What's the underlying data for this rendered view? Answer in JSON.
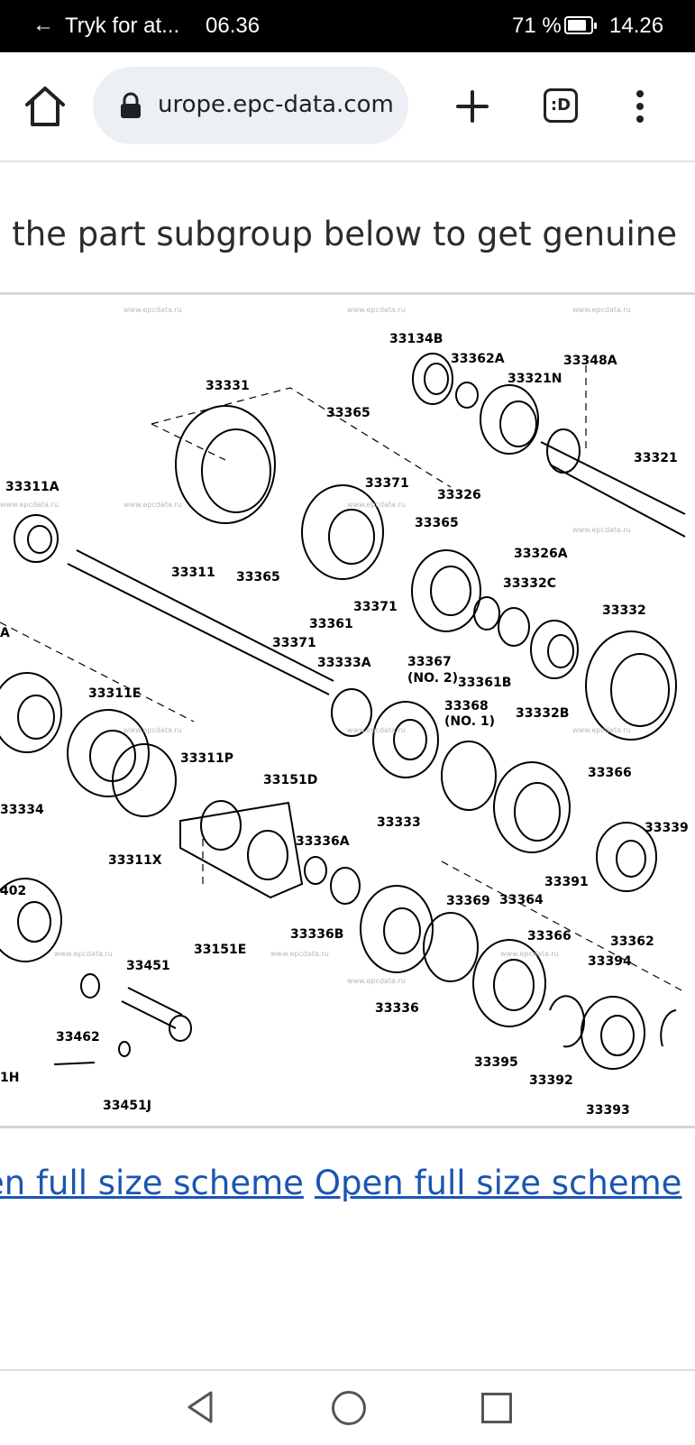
{
  "status_bar": {
    "back_glyph": "←",
    "return_text": "Tryk for at...",
    "return_time": "06.36",
    "battery": "71 %",
    "clock": "14.26"
  },
  "browser": {
    "url": "urope.epc-data.com",
    "tab_switcher_label": ":D",
    "icons": [
      "home-icon",
      "lock-icon",
      "plus-icon",
      "tab-switcher-icon",
      "overflow-menu-icon"
    ]
  },
  "page": {
    "intro_text": "n the part subgroup below to get genuine",
    "links": [
      "en full size scheme",
      "Open full size scheme"
    ]
  },
  "diagram": {
    "watermark": "www.epcdata.ru",
    "part_labels": [
      "33134B",
      "33362A",
      "33348A",
      "33331",
      "33365",
      "33321N",
      "33321",
      "33311A",
      "33371",
      "33326",
      "33365",
      "33326A",
      "33311",
      "33365",
      "33332C",
      "33371",
      "33332",
      "33361",
      "33371",
      "33333A",
      "33367",
      "(NO. 2)",
      "33361B",
      "33332B",
      "A",
      "33368",
      "(NO. 1)",
      "33311E",
      "33311P",
      "33151D",
      "33366",
      "33333",
      "33339",
      "33334",
      "33336A",
      "33311X",
      "33391",
      "402",
      "33369",
      "33364",
      "33366",
      "33362",
      "33394",
      "33451",
      "33151E",
      "33336B",
      "33462",
      "33336",
      "1H",
      "33395",
      "33392",
      "33451J",
      "33393"
    ]
  },
  "nav_bar": {
    "icons": [
      "back-triangle-icon",
      "home-circle-icon",
      "recents-square-icon"
    ]
  }
}
